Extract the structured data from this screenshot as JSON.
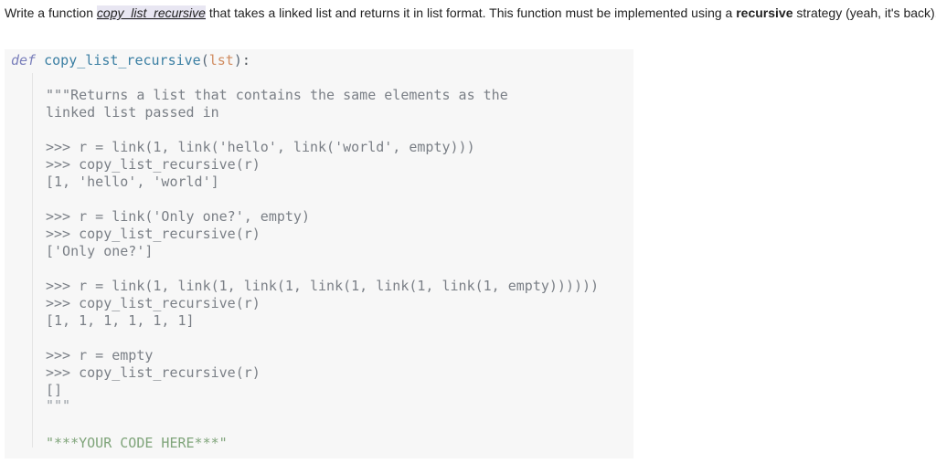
{
  "instructions": {
    "pre": "Write a function ",
    "function_name": "copy_list_recursive",
    "mid": " that takes a linked list and returns it in list format. This function must be implemented using a ",
    "bold_word": "recursive",
    "post": " strategy (yeah, it's back)."
  },
  "code": {
    "def_keyword": "def",
    "function_name": "copy_list_recursive",
    "open_paren": "(",
    "param": "lst",
    "close_paren": ")",
    "colon": ":",
    "docstring_lines": [
      "\"\"\"Returns a list that contains the same elements as the",
      "linked list passed in",
      ">>> r = link(1, link('hello', link('world', empty)))",
      ">>> copy_list_recursive(r)",
      "[1, 'hello', 'world']",
      ">>> r = link('Only one?', empty)",
      ">>> copy_list_recursive(r)",
      "['Only one?']",
      ">>> r = link(1, link(1, link(1, link(1, link(1, link(1, empty))))))",
      ">>> copy_list_recursive(r)",
      "[1, 1, 1, 1, 1, 1]",
      ">>> r = empty",
      ">>> copy_list_recursive(r)",
      "[]",
      "\"\"\""
    ],
    "placeholder": "\"***YOUR CODE HERE***\""
  }
}
